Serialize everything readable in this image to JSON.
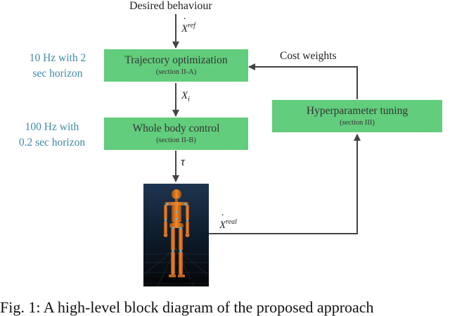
{
  "input_label": "Desired behaviour",
  "vars": {
    "x_ref_base": "X",
    "x_ref_sup": "ref",
    "x_i_base": "X",
    "x_i_sub": "i",
    "tau": "τ",
    "x_real_base": "X",
    "x_real_sup": "real"
  },
  "cost_weights_label": "Cost weights",
  "blocks": {
    "trajectory": {
      "title": "Trajectory optimization",
      "section": "(section II-A)"
    },
    "whole_body": {
      "title": "Whole body control",
      "section": "(section II-B)"
    },
    "hyperparam": {
      "title": "Hyperparameter tuning",
      "section": "(section III)"
    }
  },
  "side_labels": {
    "trajectory_line1": "10 Hz with 2",
    "trajectory_line2": "sec horizon",
    "whole_body_line1": "100 Hz with",
    "whole_body_line2": "0.2 sec horizon"
  },
  "caption": "Fig. 1: A high-level block diagram of the proposed approach",
  "colors": {
    "block_fill": "#62cd7d",
    "side_text": "#3d89a9",
    "arrow": "#444444",
    "robot_body": "#e07a1f",
    "sim_bg_top": "#1e3550",
    "sim_bg_bottom": "#050608"
  }
}
